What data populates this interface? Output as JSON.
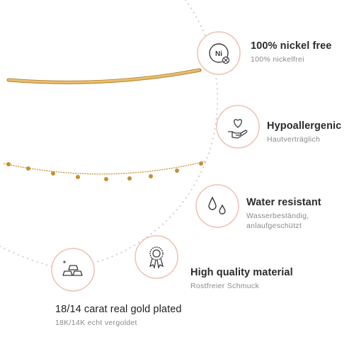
{
  "colors": {
    "circle_ring": "#ecc2b3",
    "dotted_arc": "#c9c9c9",
    "gold_chain": "#d4a046",
    "gold_chain_shadow": "#b27f2a",
    "icon_stroke": "#3a3a3a",
    "title_text": "#2b2b2b",
    "subtitle_text": "#8a8a8a"
  },
  "features": [
    {
      "icon": "nickel-free-icon",
      "icon_text": "Ni",
      "title": "100% nickel free",
      "subtitle": [
        "100% nickelfrei"
      ]
    },
    {
      "icon": "heart-hand-icon",
      "title": "Hypoallergenic",
      "subtitle": [
        "Hautverträglich"
      ]
    },
    {
      "icon": "water-drops-icon",
      "title": "Water resistant",
      "subtitle": [
        "Wasserbeständig,",
        "anlaufgeschützt"
      ]
    },
    {
      "icon": "quality-medal-icon",
      "title": "High quality material",
      "subtitle": [
        "Rostfreier Schmuck"
      ]
    },
    {
      "icon": "gold-bars-icon",
      "title": "18/14 carat real gold plated",
      "subtitle": [
        "18K/14K echt vergoldet"
      ]
    }
  ],
  "products": [
    {
      "name": "curb-chain",
      "style": "curb"
    },
    {
      "name": "satellite-bead-chain",
      "style": "beaded"
    }
  ]
}
